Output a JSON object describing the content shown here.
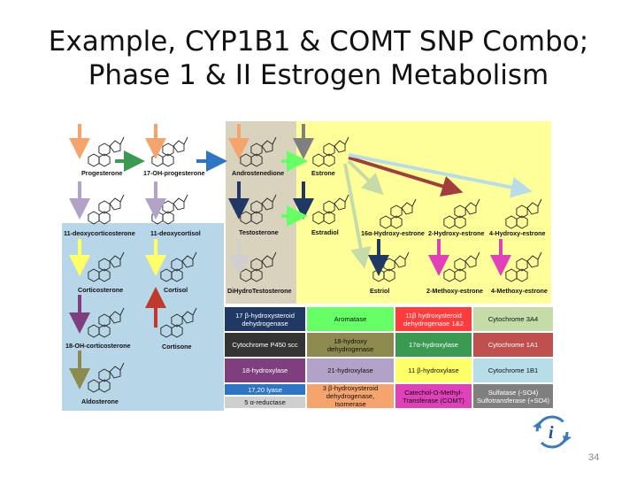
{
  "slide": {
    "title_line1": "Example, CYP1B1 & COMT SNP Combo;",
    "title_line2": "Phase 1 & II Estrogen Metabolism",
    "page_number": "34",
    "logo_icon": "i-logo-icon"
  },
  "compounds": {
    "progesterone": "Progesterone",
    "oh17_progesterone": "17-OH-progesterone",
    "androstenedione": "Androstenedione",
    "estrone": "Estrone",
    "deoxycorticosterone": "11-deoxycorticosterone",
    "deoxycortisol": "11-deoxycortisol",
    "testosterone": "Testosterone",
    "estradiol": "Estradiol",
    "hydroxyestrone_16a": "16α-Hydroxy-estrone",
    "hydroxyestrone_2": "2-Hydroxy-estrone",
    "hydroxyestrone_4": "4-Hydroxy-estrone",
    "corticosterone": "Corticosterone",
    "cortisol": "Cortisol",
    "dihydrotestosterone": "DiHydroTestosterone",
    "estriol": "Estriol",
    "methoxyestrone_2": "2-Methoxy-estrone",
    "methoxyestrone_4": "4-Methoxy-estrone",
    "oh18_corticosterone": "18-OH-corticosterone",
    "cortisone": "Cortisone",
    "aldosterone": "Aldosterone"
  },
  "legend": [
    {
      "label": "17 β-hydroxysteroid dehydrogenase",
      "bg": "#1f3864",
      "fg": "#ffffff"
    },
    {
      "label": "Aromatase",
      "bg": "#66ff66",
      "fg": "#111111"
    },
    {
      "label": "11β hydroxysteroid dehydrogenase 1&2",
      "bg": "#ff3b3b",
      "fg": "#ffffff"
    },
    {
      "label": "Cytochrome 3A4",
      "bg": "#c5dba8",
      "fg": "#111111"
    },
    {
      "label": "Cytochrome P450 scc",
      "bg": "#333333",
      "fg": "#ffffff"
    },
    {
      "label": "18-hydroxy dehydrogenase",
      "bg": "#8c8a4e",
      "fg": "#111111"
    },
    {
      "label": "17α-hydroxylase",
      "bg": "#3a9a52",
      "fg": "#ffffff"
    },
    {
      "label": "Cytochrome 1A1",
      "bg": "#c0504d",
      "fg": "#ffffff"
    },
    {
      "label": "18-hydroxylase",
      "bg": "#7f3f7f",
      "fg": "#ffffff"
    },
    {
      "label": "21-hydroxylase",
      "bg": "#b3a2c7",
      "fg": "#111111"
    },
    {
      "label": "11 β-hydroxylase",
      "bg": "#ffff66",
      "fg": "#111111"
    },
    {
      "label": "Cytochrome 1B1",
      "bg": "#b7dde8",
      "fg": "#111111"
    },
    {
      "label": "17,20 lyase",
      "bg": "#2e75c6",
      "fg": "#ffffff"
    },
    {
      "label": "3 β-hydroxysteroid dehydrogenase, Isomerase",
      "bg": "#f4a46c",
      "fg": "#111111"
    },
    {
      "label": "Catechol-O-Methyl-Transferase (COMT)",
      "bg": "#e040b8",
      "fg": "#111111"
    },
    {
      "label": "Sulfatase (-SO4) Sulfotransferase (+SO4)",
      "bg": "#7f7f7f",
      "fg": "#ffffff"
    },
    {
      "label": "5 α-reductase",
      "bg": "#cfcfcf",
      "fg": "#111111"
    }
  ],
  "colors": {
    "mineralocorticoid_zone": "#b7d7e8",
    "androgen_zone": "#d9d2bc",
    "estrogen_zone": "#ffff99"
  }
}
